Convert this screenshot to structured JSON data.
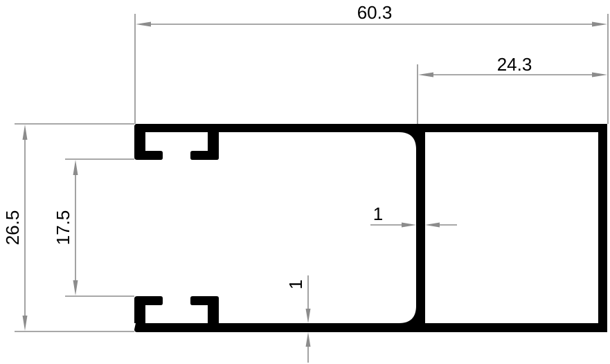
{
  "drawing": {
    "type": "aluminium profile cross-section",
    "units": "mm",
    "line_color": "#000000",
    "dimension_color": "#8c8c8c",
    "dimensions": {
      "overall_width": "60.3",
      "right_chamber_width": "24.3",
      "overall_height": "26.5",
      "slot_spacing": "17.5",
      "wall_thickness_vertical": "1",
      "wall_thickness_horizontal": "1"
    }
  }
}
